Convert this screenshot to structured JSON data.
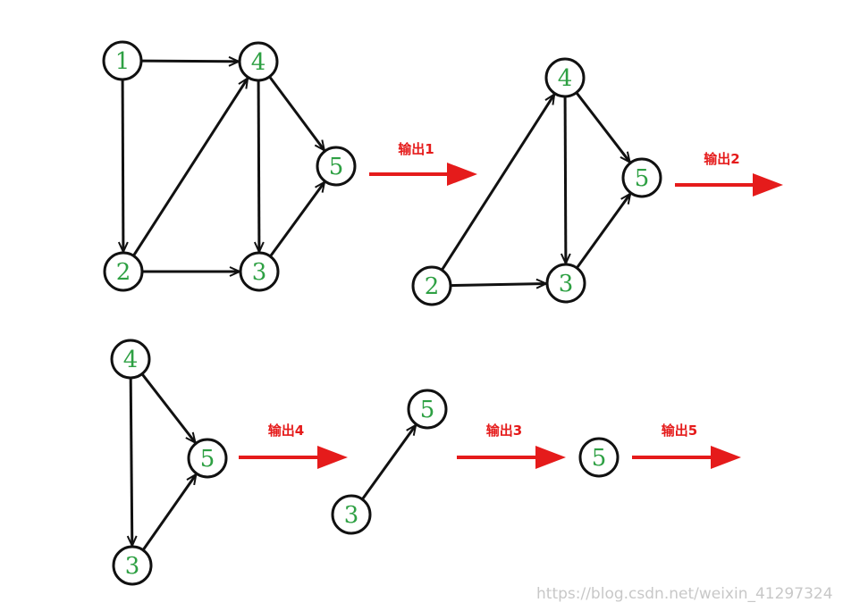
{
  "colors": {
    "node_stroke": "#111111",
    "node_label": "#2ea043",
    "edge": "#111111",
    "step_arrow": "#e51b1b",
    "watermark": "#c8c8c8"
  },
  "graphs": [
    {
      "id": "g1",
      "nodes": [
        {
          "id": "1",
          "label": "1"
        },
        {
          "id": "2",
          "label": "2"
        },
        {
          "id": "4",
          "label": "4"
        },
        {
          "id": "5",
          "label": "5"
        },
        {
          "id": "3",
          "label": "3"
        }
      ],
      "edges": [
        [
          "1",
          "4"
        ],
        [
          "1",
          "2"
        ],
        [
          "2",
          "4"
        ],
        [
          "2",
          "3"
        ],
        [
          "4",
          "3"
        ],
        [
          "4",
          "5"
        ],
        [
          "3",
          "5"
        ]
      ]
    },
    {
      "id": "g2",
      "nodes": [
        {
          "id": "4",
          "label": "4"
        },
        {
          "id": "5",
          "label": "5"
        },
        {
          "id": "2",
          "label": "2"
        },
        {
          "id": "3",
          "label": "3"
        }
      ],
      "edges": [
        [
          "2",
          "4"
        ],
        [
          "2",
          "3"
        ],
        [
          "4",
          "3"
        ],
        [
          "4",
          "5"
        ],
        [
          "3",
          "5"
        ]
      ]
    },
    {
      "id": "g3",
      "nodes": [
        {
          "id": "4",
          "label": "4"
        },
        {
          "id": "5",
          "label": "5"
        },
        {
          "id": "3",
          "label": "3"
        }
      ],
      "edges": [
        [
          "4",
          "3"
        ],
        [
          "4",
          "5"
        ],
        [
          "3",
          "5"
        ]
      ]
    },
    {
      "id": "g4",
      "nodes": [
        {
          "id": "5",
          "label": "5"
        },
        {
          "id": "3",
          "label": "3"
        }
      ],
      "edges": [
        [
          "3",
          "5"
        ]
      ]
    },
    {
      "id": "g5",
      "nodes": [
        {
          "id": "5",
          "label": "5"
        }
      ],
      "edges": []
    }
  ],
  "steps": [
    {
      "label": "输出1"
    },
    {
      "label": "输出2"
    },
    {
      "label": "输出4"
    },
    {
      "label": "输出3"
    },
    {
      "label": "输出5"
    }
  ],
  "watermark": "https://blog.csdn.net/weixin_41297324"
}
